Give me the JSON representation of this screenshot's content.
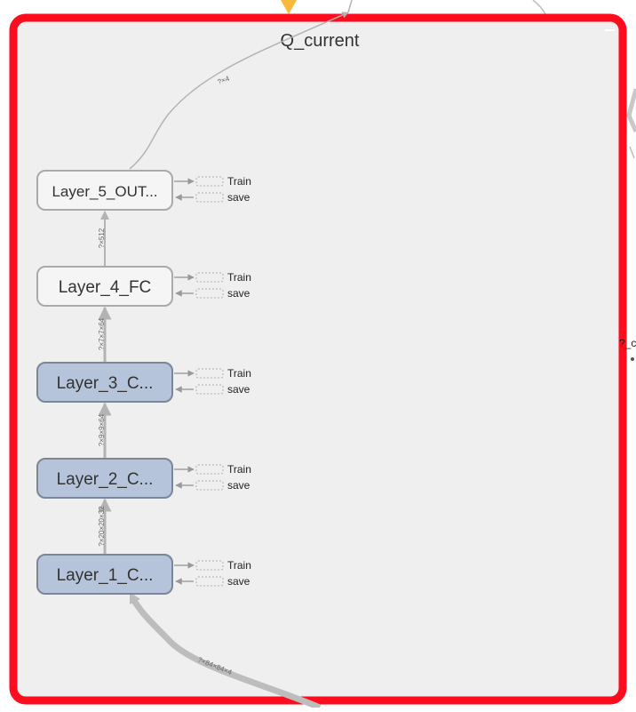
{
  "group": {
    "title": "Q_current",
    "border_color": "#ff0d1f",
    "fill_color": "#efefef"
  },
  "nodes": [
    {
      "id": "layer5",
      "label": "Layer_5_OUT...",
      "style": "meta",
      "side": [
        "Train",
        "save"
      ]
    },
    {
      "id": "layer4",
      "label": "Layer_4_FC",
      "style": "meta",
      "side": [
        "Train",
        "save"
      ]
    },
    {
      "id": "layer3",
      "label": "Layer_3_C...",
      "style": "conv",
      "side": [
        "Train",
        "save"
      ]
    },
    {
      "id": "layer2",
      "label": "Layer_2_C...",
      "style": "conv",
      "side": [
        "Train",
        "save"
      ]
    },
    {
      "id": "layer1",
      "label": "Layer_1_C...",
      "style": "conv",
      "side": [
        "Train",
        "save"
      ]
    }
  ],
  "edges": [
    {
      "from": "layer5",
      "to": "output",
      "label": "?×4"
    },
    {
      "from": "layer4",
      "to": "layer5",
      "label": "?×512"
    },
    {
      "from": "layer3",
      "to": "layer4",
      "label": "?×7×7×64"
    },
    {
      "from": "layer2",
      "to": "layer3",
      "label": "?×9×9×64"
    },
    {
      "from": "layer1",
      "to": "layer2",
      "label": "?×20×20×32"
    },
    {
      "from": "input",
      "to": "layer1",
      "label": "?×84×84×4"
    }
  ],
  "outside_fragment": "?_c",
  "colors": {
    "meta_fill": "#f5f5f5",
    "meta_stroke": "#aaaaaa",
    "conv_fill": "#b6c4db",
    "conv_stroke": "#7b8696",
    "edge": "#b3b3b3",
    "input_marker": "#f7b83b"
  }
}
